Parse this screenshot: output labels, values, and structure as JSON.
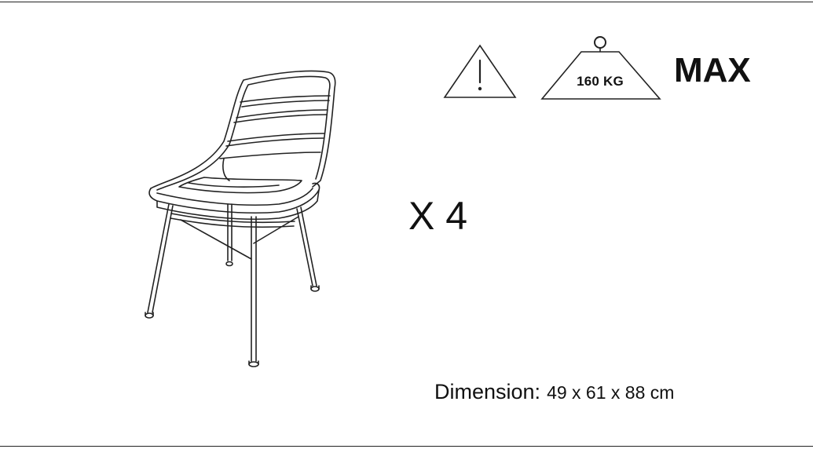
{
  "labels": {
    "weight_limit": "160 KG",
    "max": "MAX",
    "quantity": "X 4",
    "dimension_label": "Dimension:",
    "dimension_value": "49 x 61 x 88 cm"
  },
  "icons": {
    "warning": "warning-triangle-icon",
    "weight": "weight-icon",
    "product": "chair-illustration"
  },
  "colors": {
    "line": "#222222",
    "text": "#111111",
    "background": "#ffffff"
  }
}
